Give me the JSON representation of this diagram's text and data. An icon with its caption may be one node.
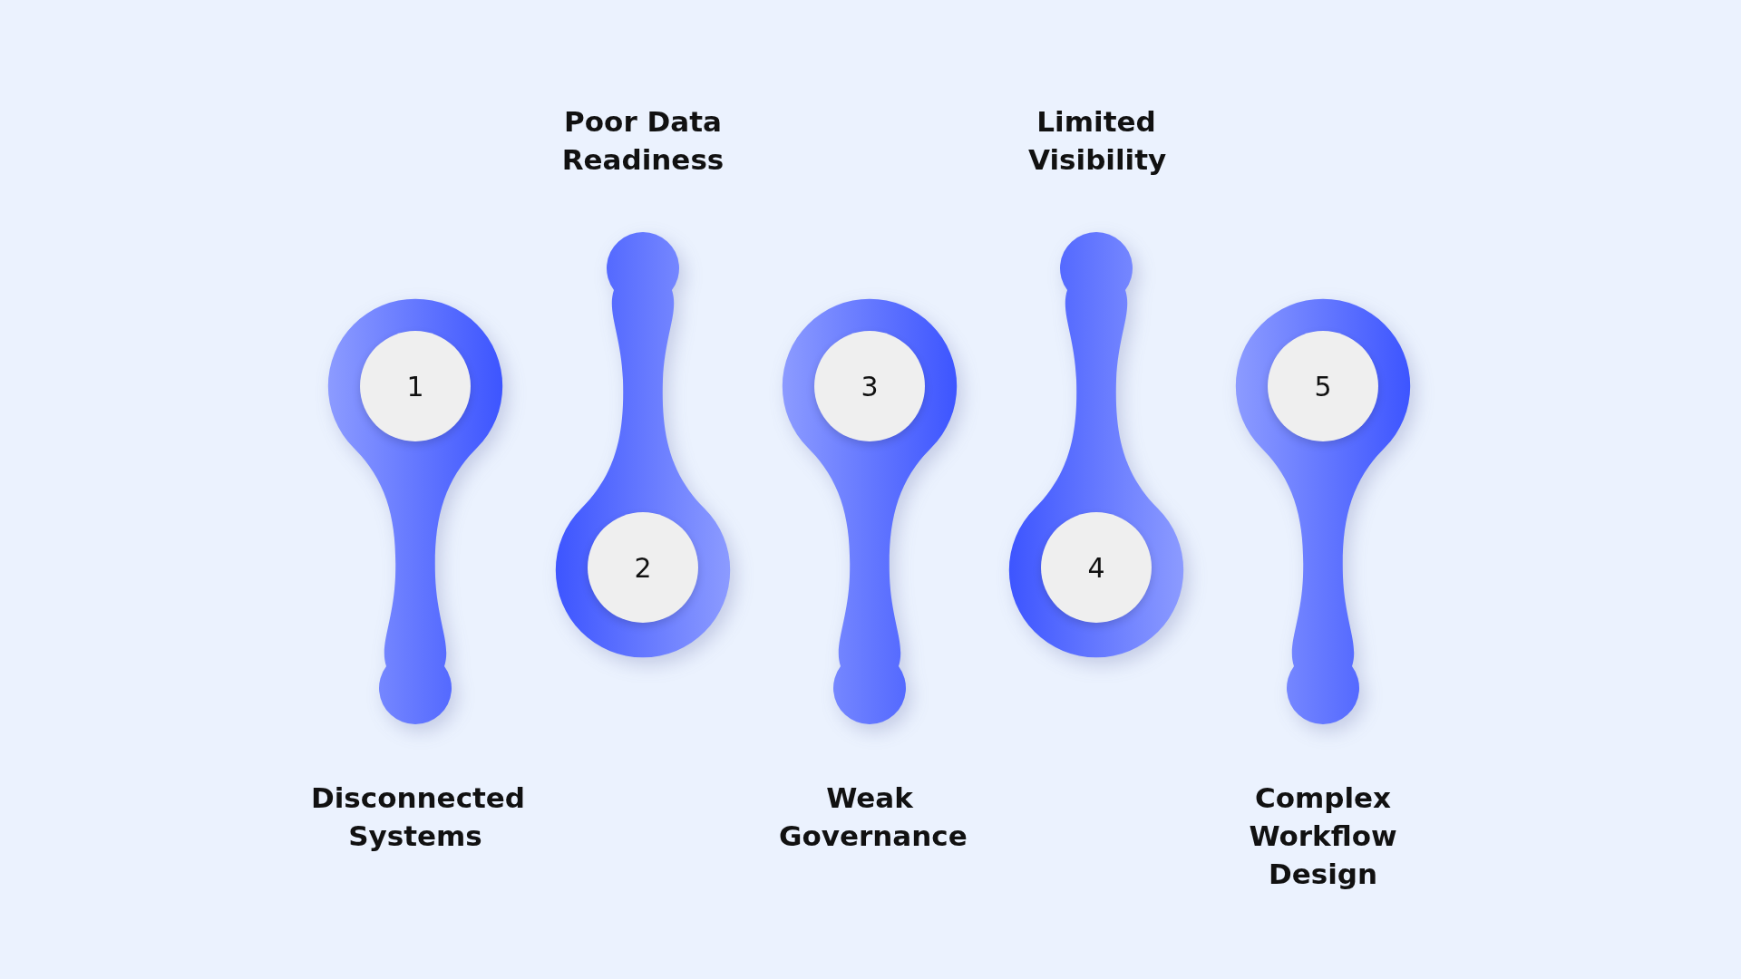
{
  "diagram": {
    "nodes": [
      {
        "text": [
          "1",
          "Disconnected Systems"
        ]
      },
      {
        "text": [
          "Poor Data Readiness",
          "2"
        ]
      },
      {
        "text": [
          "3",
          "Weak Governance"
        ]
      },
      {
        "text": [
          "Limited Visibility",
          "4"
        ]
      },
      {
        "text": [
          "5",
          "Complex Workflow Design"
        ]
      }
    ]
  }
}
